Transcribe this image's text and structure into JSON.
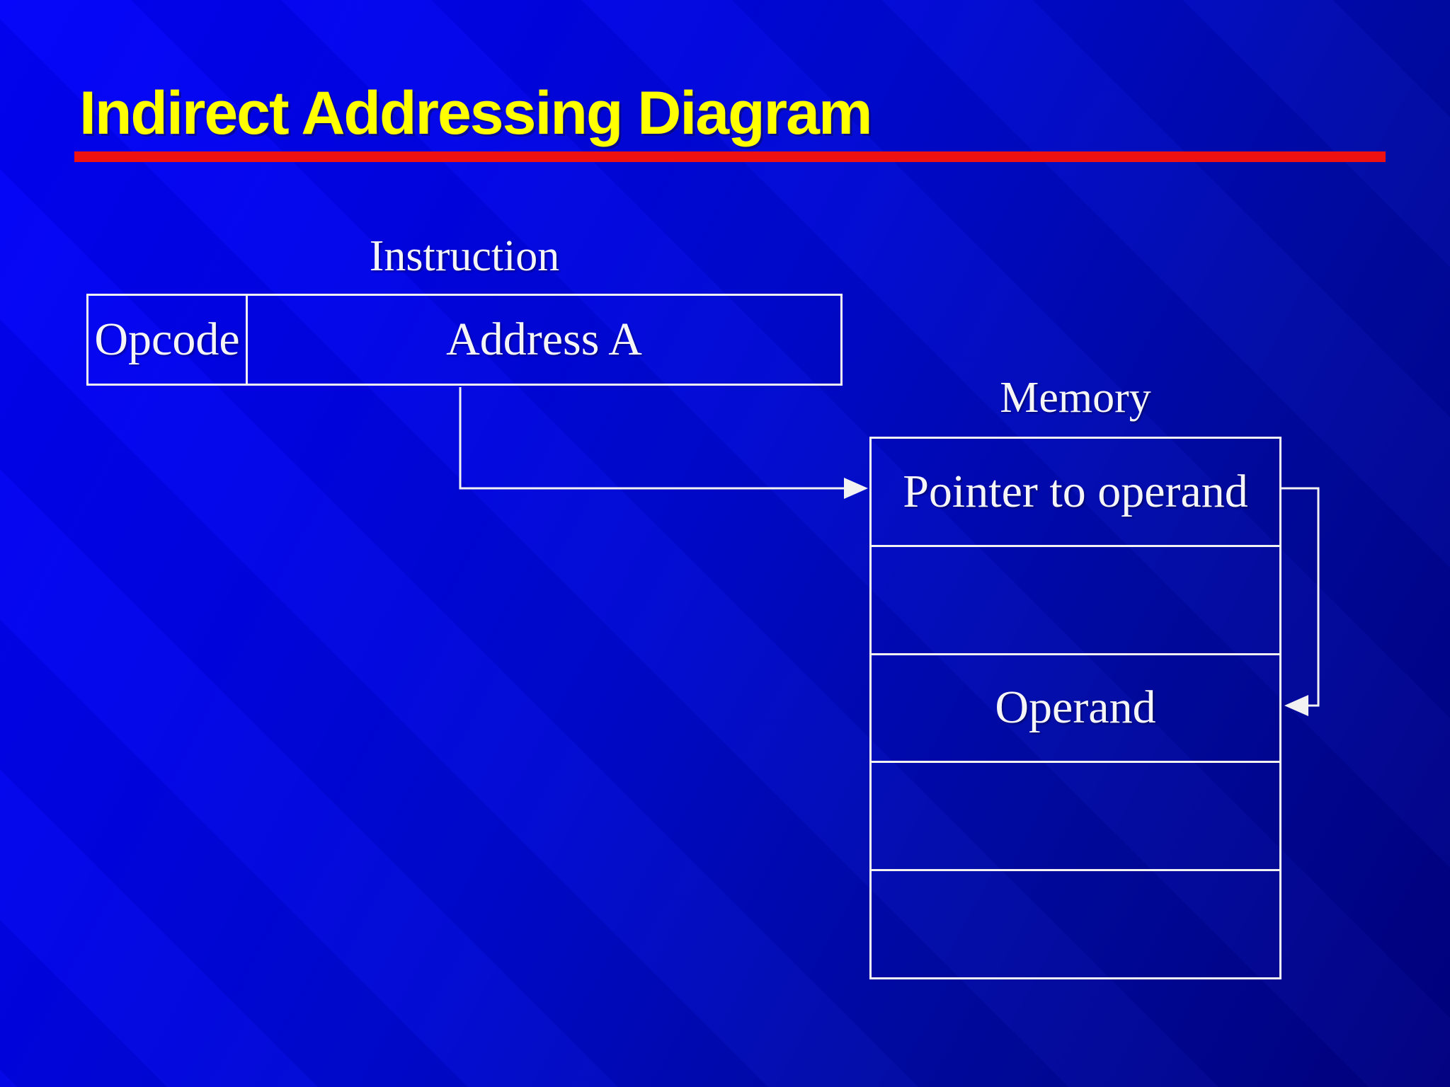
{
  "title": "Indirect Addressing Diagram",
  "instruction": {
    "label": "Instruction",
    "opcode_label": "Opcode",
    "address_label": "Address A"
  },
  "memory": {
    "label": "Memory",
    "rows": [
      "Pointer to operand",
      "",
      "Operand",
      "",
      ""
    ]
  },
  "colors": {
    "background_top": "#0202fa",
    "background_bottom": "#000080",
    "title_color": "#ffff00",
    "underline_color": "#ee1111",
    "line_color": "#f2f2f2",
    "text_color": "#f5f5f8"
  }
}
